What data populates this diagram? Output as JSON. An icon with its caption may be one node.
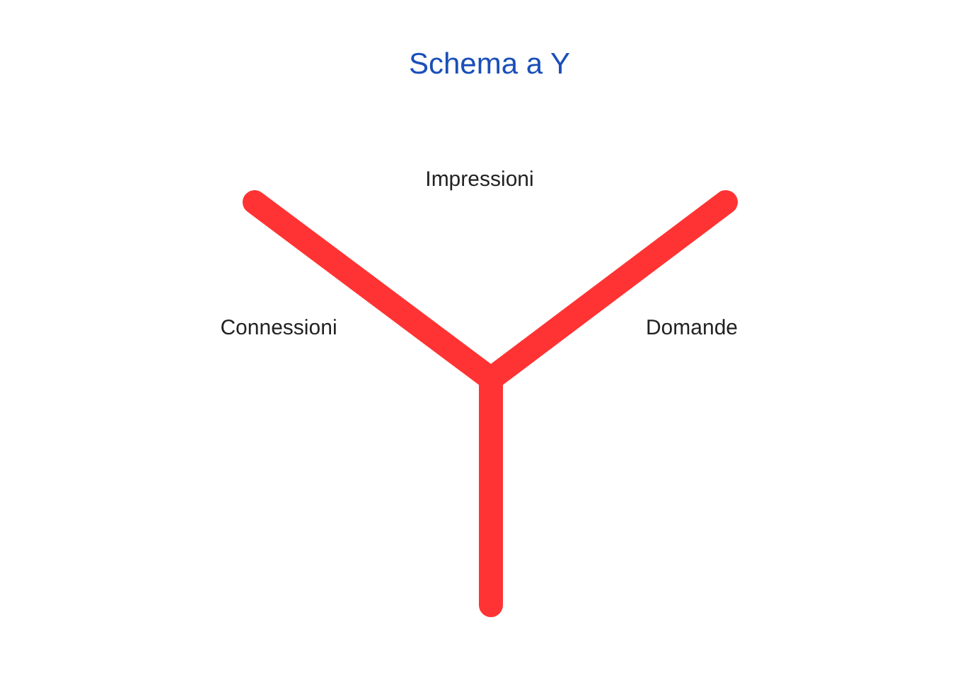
{
  "diagram": {
    "title": "Schema a Y",
    "labels": [
      "Impressioni",
      "Connessioni",
      "Domande"
    ]
  }
}
